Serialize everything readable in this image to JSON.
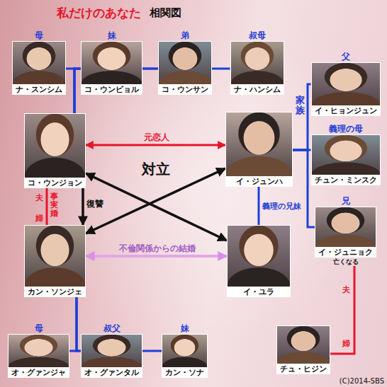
{
  "diagram": {
    "title": "私だけのあなた",
    "nodes": [
      {
        "text": [
          "母",
          "ナ・スンシム"
        ]
      },
      {
        "text": [
          "妹",
          "コ・ウンビョル"
        ]
      },
      {
        "text": [
          "弟",
          "コ・ウンサン"
        ]
      },
      {
        "text": [
          "叔母",
          "ナ・ハンシム"
        ]
      },
      {
        "text": [
          "父",
          "イ・ヒョンジュン"
        ]
      },
      {
        "text": [
          "コ・ウンジョン"
        ]
      },
      {
        "text": [
          "イ・ジュンハ"
        ]
      },
      {
        "text": [
          "義理の母",
          "チュン・ミンスク"
        ]
      },
      {
        "text": [
          "カン・ソンジェ"
        ]
      },
      {
        "text": [
          "イ・ユラ"
        ]
      },
      {
        "text": [
          "兄",
          "イ・ジュニョク",
          "亡くなる"
        ]
      },
      {
        "text": [
          "母",
          "オ・グァンジャ"
        ]
      },
      {
        "text": [
          "叔父",
          "オ・グァンタル"
        ]
      },
      {
        "text": [
          "妹",
          "カン・ソナ"
        ]
      },
      {
        "text": [
          "チュ・ヒジン"
        ]
      }
    ],
    "edges": [
      {
        "from": 5,
        "to": 0,
        "arrow": "none"
      },
      {
        "from": 5,
        "to": 1,
        "arrow": "none"
      },
      {
        "from": 5,
        "to": 2,
        "arrow": "none"
      },
      {
        "from": 5,
        "to": 3,
        "arrow": "none"
      },
      {
        "from": 6,
        "to": 4,
        "arrow": "none"
      },
      {
        "from": 6,
        "to": 7,
        "arrow": "none"
      },
      {
        "from": 6,
        "to": 10,
        "arrow": "none"
      },
      {
        "from": 5,
        "to": 6,
        "label": "元恋人",
        "arrow": "both"
      },
      {
        "from": 5,
        "to": 8,
        "label": "復讐",
        "arrow": "to"
      },
      {
        "from": 5,
        "to": 8,
        "label": "事実婚",
        "arrow": "none"
      },
      {
        "from": 5,
        "to": 9,
        "arrow": "both"
      },
      {
        "from": 8,
        "to": 6,
        "arrow": "both"
      },
      {
        "from": 6,
        "to": 9,
        "label": "義理の兄妹",
        "arrow": "none"
      },
      {
        "from": 8,
        "to": 9,
        "label": "不倫関係からの結婚",
        "arrow": "both"
      },
      {
        "from": 8,
        "to": 11,
        "arrow": "none"
      },
      {
        "from": 8,
        "to": 12,
        "arrow": "none"
      },
      {
        "from": 8,
        "to": 13,
        "arrow": "none"
      },
      {
        "from": 10,
        "to": 14,
        "arrow": "none"
      }
    ],
    "labels": [
      "相関図",
      "家族",
      "夫",
      "婦",
      "対立",
      "夫",
      "婦",
      "(C)2014-SBS"
    ]
  }
}
